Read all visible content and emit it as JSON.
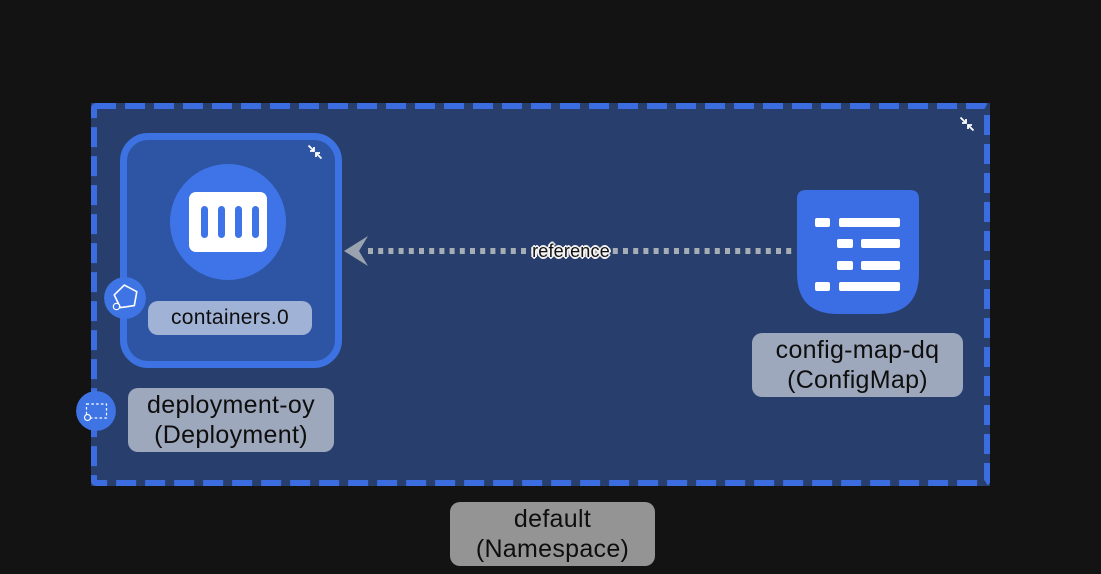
{
  "colors": {
    "background": "#131313",
    "namespace_fill": "#283f6d",
    "accent_blue": "#3b6de0",
    "node_border_blue": "#3d72e2",
    "node_fill": "#2e55a3",
    "icon_blue": "#3e74e8",
    "label_bg": "rgba(255,255,255,0.55)",
    "edge_dot_gray": "#a7adb5",
    "arrow_gray": "#99a2ae"
  },
  "namespace": {
    "name": "default",
    "kind_label": "(Namespace)",
    "collapse_icon": "collapse-arrows-icon"
  },
  "deployment": {
    "name": "deployment-oy",
    "kind_label": "(Deployment)",
    "container_label": "containers.0",
    "collapse_icon": "collapse-arrows-icon",
    "badge_icons": [
      "pod-pentagon-icon",
      "deployment-dashed-rect-icon"
    ],
    "main_icon": "container-icon"
  },
  "configmap": {
    "name": "config-map-dq",
    "kind_label": "(ConfigMap)",
    "main_icon": "configmap-lines-icon"
  },
  "edge": {
    "label": "reference",
    "style": "dotted",
    "direction": "configmap-to-deployment"
  }
}
